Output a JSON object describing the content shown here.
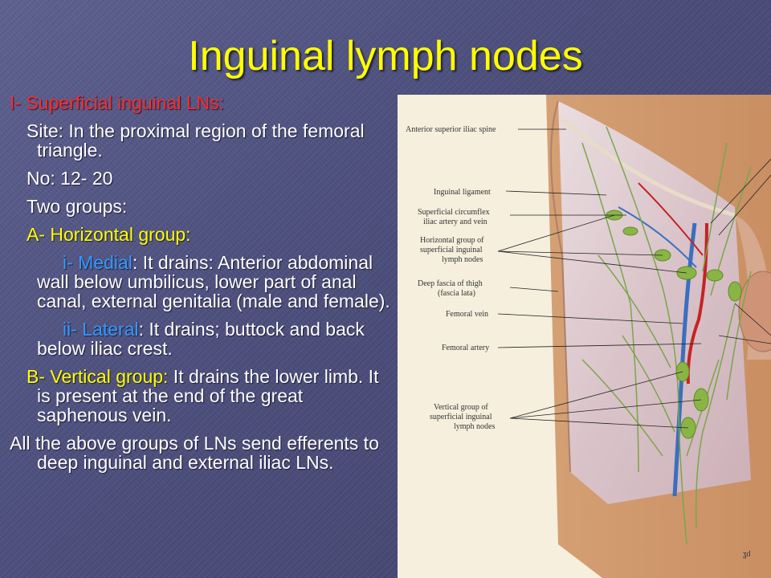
{
  "slide": {
    "title": "Inguinal lymph nodes",
    "heading": "I- Superficial inguinal LNs:",
    "site": "Site: In the proximal region of the femoral triangle.",
    "number": "No: 12- 20",
    "groups": "Two groups:",
    "a_heading": "A- Horizontal group:",
    "medial_prefix": "i- ",
    "medial_label": "Medial",
    "medial_text": ": It drains: Anterior abdominal wall below umbilicus, lower part of anal canal, external genitalia     (male and female).",
    "lateral_prefix": "ii- ",
    "lateral_label": "Lateral",
    "lateral_text": ": It drains; buttock and back below iliac crest.",
    "b_heading": "B- Vertical group:",
    "b_text": " It drains the lower limb. It is present at the end of the great saphenous vein.",
    "summary": "All the above groups of LNs send efferents to deep inguinal and external iliac LNs."
  },
  "figure": {
    "labels": [
      "Anterior superior iliac spine",
      "Inguinal ligament",
      "Superficial circumflex",
      "iliac artery and vein",
      "Horizontal group of",
      "superficial inguinal",
      "lymph nodes",
      "Deep fascia of thigh",
      "(fascia lata)",
      "Femoral vein",
      "Femoral artery",
      "Vertical group of",
      "superficial inguinal",
      "lymph nodes"
    ],
    "signature": "ʓd"
  }
}
